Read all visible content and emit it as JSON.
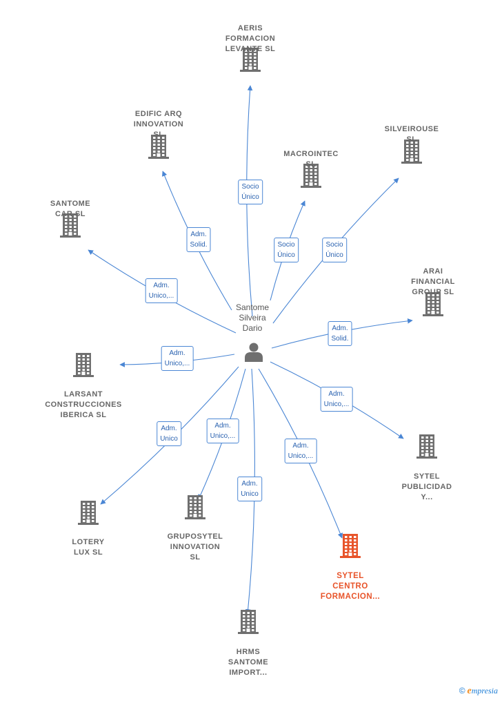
{
  "center": {
    "name_lines": [
      "Santome",
      "Silveira",
      "Dario"
    ],
    "icon": "person-icon"
  },
  "colors": {
    "edge": "#4a86d4",
    "building": "#6f6f6f",
    "highlight": "#e8542a"
  },
  "companies": [
    {
      "id": "aeris",
      "lines": [
        "AERIS",
        "FORMACION",
        "LEVANTE  SL"
      ],
      "relation": [
        "Socio",
        "Único"
      ],
      "highlight": false
    },
    {
      "id": "edific",
      "lines": [
        "EDIFIC ARQ",
        "INNOVATION",
        "SL"
      ],
      "relation": [
        "Adm.",
        "Solid."
      ],
      "highlight": false
    },
    {
      "id": "macrointec",
      "lines": [
        "MACROINTEC",
        "SL"
      ],
      "relation": [
        "Socio",
        "Único"
      ],
      "highlight": false
    },
    {
      "id": "silveirouse",
      "lines": [
        "SILVEIROUSE",
        "SL"
      ],
      "relation": [
        "Socio",
        "Único"
      ],
      "highlight": false
    },
    {
      "id": "santome-car",
      "lines": [
        "SANTOME",
        "CAR  SL"
      ],
      "relation": [
        "Adm.",
        "Unico,..."
      ],
      "highlight": false
    },
    {
      "id": "arai",
      "lines": [
        "ARAI",
        "FINANCIAL",
        "GROUP  SL"
      ],
      "relation": [
        "Adm.",
        "Solid."
      ],
      "highlight": false
    },
    {
      "id": "larsant",
      "lines": [
        "LARSANT",
        "CONSTRUCCIONES",
        "IBERICA  SL"
      ],
      "relation": [
        "Adm.",
        "Unico,..."
      ],
      "highlight": false
    },
    {
      "id": "sytel-pub",
      "lines": [
        "SYTEL",
        "PUBLICIDAD",
        "Y..."
      ],
      "relation": [
        "Adm.",
        "Unico,..."
      ],
      "highlight": false
    },
    {
      "id": "lotery",
      "lines": [
        "LOTERY",
        "LUX  SL"
      ],
      "relation": [
        "Adm.",
        "Unico"
      ],
      "highlight": false
    },
    {
      "id": "grupo",
      "lines": [
        "GRUPOSYTEL",
        "INNOVATION",
        "SL"
      ],
      "relation": [
        "Adm.",
        "Unico,..."
      ],
      "highlight": false
    },
    {
      "id": "sytel-centro",
      "lines": [
        "SYTEL",
        "CENTRO",
        "FORMACION..."
      ],
      "relation": [
        "Adm.",
        "Unico,..."
      ],
      "highlight": true
    },
    {
      "id": "hrms",
      "lines": [
        "HRMS",
        "SANTOME",
        "IMPORT..."
      ],
      "relation": [
        "Adm.",
        "Unico"
      ],
      "highlight": false
    }
  ],
  "footer": {
    "copyright": "©",
    "brand_initial": "e",
    "brand_rest": "mpresia"
  }
}
